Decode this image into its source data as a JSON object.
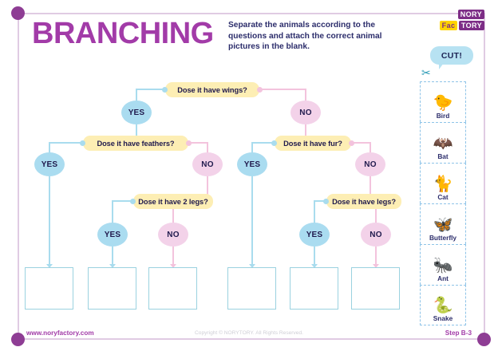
{
  "page": {
    "title": "BRANCHING",
    "instructions": "Separate the animals according to the questions and attach the correct animal pictures in the blank.",
    "accent_purple": "#a23ba8",
    "question_fill": "#fdeeb4",
    "yes_fill": "#aadcf0",
    "no_fill": "#f3d2e9",
    "link_blue": "#a9dcee",
    "link_pink": "#f3c3dd",
    "box_border": "#9bd2e0"
  },
  "logo": {
    "line1": "NORY",
    "line2_left": "Fac",
    "line2_right": "TORY"
  },
  "flowchart": {
    "questions": [
      {
        "id": "q-wings",
        "label": "Dose it have wings?"
      },
      {
        "id": "q-feathers",
        "label": "Dose it have feathers?"
      },
      {
        "id": "q-fur",
        "label": "Dose it have fur?"
      },
      {
        "id": "q-2legs",
        "label": "Dose it have 2 legs?"
      },
      {
        "id": "q-legs",
        "label": "Dose it have legs?"
      }
    ],
    "answers": [
      {
        "id": "a-wings-yes",
        "label": "YES"
      },
      {
        "id": "a-wings-no",
        "label": "NO"
      },
      {
        "id": "a-feathers-yes",
        "label": "YES"
      },
      {
        "id": "a-feathers-no",
        "label": "NO"
      },
      {
        "id": "a-2legs-yes",
        "label": "YES"
      },
      {
        "id": "a-2legs-no",
        "label": "NO"
      },
      {
        "id": "a-fur-yes",
        "label": "YES"
      },
      {
        "id": "a-fur-no",
        "label": "NO"
      },
      {
        "id": "a-legs-yes",
        "label": "YES"
      },
      {
        "id": "a-legs-no",
        "label": "NO"
      }
    ],
    "drop_boxes": 6
  },
  "cut_panel": {
    "bubble_label": "CUT!",
    "scissors_icon": "✂",
    "cards": [
      {
        "label": "Bird",
        "emoji": "🐤"
      },
      {
        "label": "Bat",
        "emoji": "🦇"
      },
      {
        "label": "Cat",
        "emoji": "🐈"
      },
      {
        "label": "Butterfly",
        "emoji": "🦋"
      },
      {
        "label": "Ant",
        "emoji": "🐜"
      },
      {
        "label": "Snake",
        "emoji": "🐍"
      }
    ]
  },
  "footer": {
    "url": "www.noryfactory.com",
    "copyright": "Copyright © NORYTORY. All Rights Reserved.",
    "step": "Step B-3"
  }
}
